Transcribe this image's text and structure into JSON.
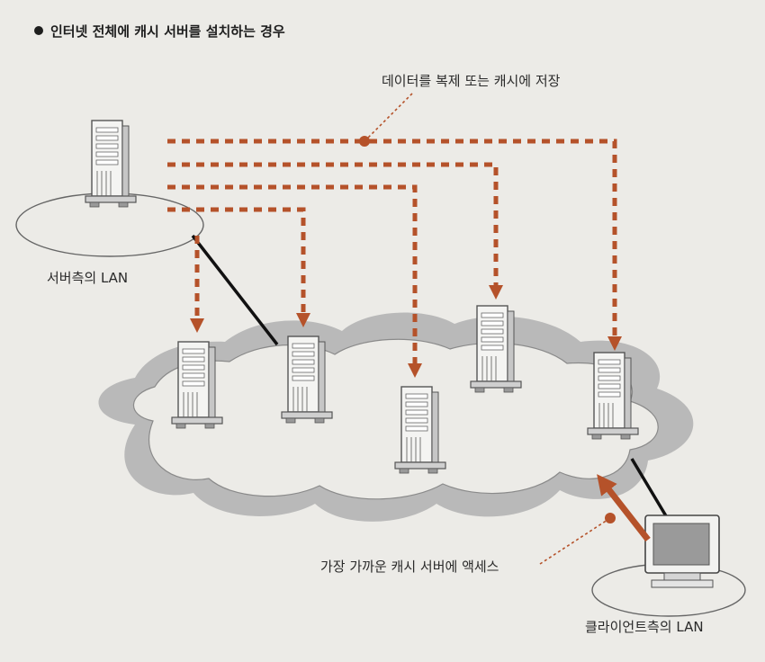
{
  "heading": "인터넷 전체에 캐시 서버를 설치하는 경우",
  "labels": {
    "replicate": "데이터를 복제 또는 캐시에 저장",
    "server_lan": "서버측의 LAN",
    "access": "가장 가까운 캐시 서버에 액세스",
    "client_lan": "클라이언트측의 LAN"
  },
  "colors": {
    "arrow": "#b5522a",
    "cloud_shadow": "#b9b9b9",
    "cloud_fill": "#ecebe7",
    "outline": "#555555"
  },
  "icons": {
    "origin_server": "server-tower-icon",
    "cache_servers": "server-tower-icon",
    "client": "monitor-icon"
  }
}
